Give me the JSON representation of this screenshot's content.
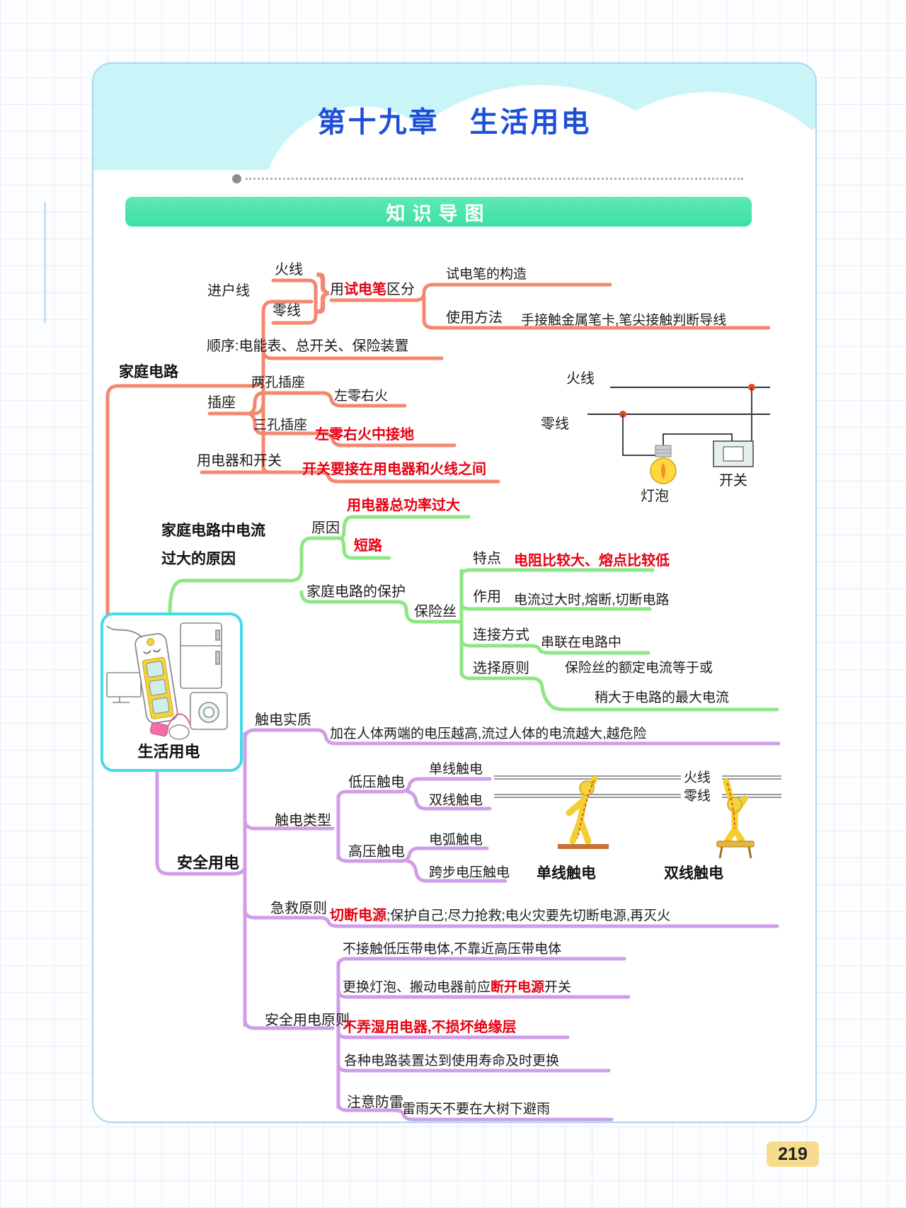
{
  "page": {
    "number": "219"
  },
  "header": {
    "chapter_title": "第十九章　生活用电",
    "banner": "知识导图"
  },
  "mindmap": {
    "root": "生活用电",
    "brace": "}",
    "home_circuit": {
      "label": "家庭电路",
      "service_line": {
        "label": "进户线",
        "live": "火线",
        "neutral": "零线",
        "distinguish": {
          "pre": "用",
          "highlight": "试电笔",
          "post": "区分"
        },
        "tester_structure": "试电笔的构造",
        "usage_label": "使用方法",
        "usage_detail": "手接触金属笔卡,笔尖接触判断导线"
      },
      "order": "顺序:电能表、总开关、保险装置",
      "socket": {
        "label": "插座",
        "two_hole": "两孔插座",
        "two_hole_rule": "左零右火",
        "three_hole": "三孔插座",
        "three_hole_rule": "左零右火中接地"
      },
      "appliance_switch": {
        "label": "用电器和开关",
        "rule": "开关要接在用电器和火线之间"
      },
      "diagram": {
        "live": "火线",
        "neutral": "零线",
        "bulb": "灯泡",
        "switch": "开关"
      }
    },
    "overcurrent": {
      "label_line1": "家庭电路中电流",
      "label_line2": "过大的原因",
      "cause_label": "原因",
      "cause1": "用电器总功率过大",
      "cause2": "短路",
      "protection_label": "家庭电路的保护",
      "fuse": {
        "label": "保险丝",
        "feature_label": "特点",
        "feature_value": "电阻比较大、熔点比较低",
        "function_label": "作用",
        "function_value": "电流过大时,熔断,切断电路",
        "connection_label": "连接方式",
        "connection_value": "串联在电路中",
        "selection_label": "选择原则",
        "selection_value1": "保险丝的额定电流等于或",
        "selection_value2": "稍大于电路的最大电流"
      }
    },
    "safety": {
      "label": "安全用电",
      "essence_label": "触电实质",
      "essence_value": "加在人体两端的电压越高,流过人体的电流越大,越危险",
      "types_label": "触电类型",
      "low_label": "低压触电",
      "low1": "单线触电",
      "low2": "双线触电",
      "high_label": "高压触电",
      "high1": "电弧触电",
      "high2": "跨步电压触电",
      "first_aid_label": "急救原则",
      "first_aid_highlight": "切断电源",
      "first_aid_rest": ";保护自己;尽力抢救;电火灾要先切断电源,再灭火",
      "principles_label": "安全用电原则",
      "p1": "不接触低压带电体,不靠近高压带电体",
      "p2": {
        "pre": "更换灯泡、搬动电器前应",
        "highlight": "断开电源",
        "post": "开关"
      },
      "p3": "不弄湿用电器,不损坏绝缘层",
      "p4": "各种电路装置达到使用寿命及时更换",
      "p5_label": "注意防雷",
      "p5_value": "雷雨天不要在大树下避雨",
      "illustration": {
        "live": "火线",
        "neutral": "零线",
        "caption1": "单线触电",
        "caption2": "双线触电"
      }
    }
  },
  "colors": {
    "accent_red": "#e60012",
    "branch_red": "#f5876f",
    "branch_green": "#8ce784",
    "branch_purple": "#cf9ee8",
    "title_blue": "#1e4fd7",
    "banner_teal": "#4fe4aa",
    "page_badge": "#f8dc8e"
  }
}
